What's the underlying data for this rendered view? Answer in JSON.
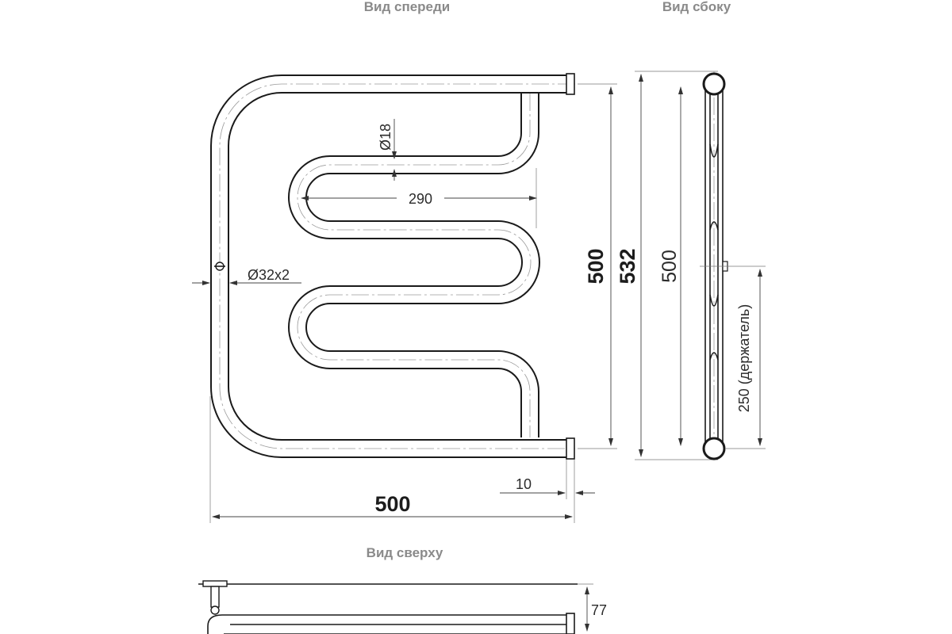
{
  "views": {
    "front_title": "Вид спереди",
    "side_title": "Вид сбоку",
    "top_title": "Вид сверху"
  },
  "dimensions": {
    "tube_diameter": "Ø18",
    "bend_width": "290",
    "pipe_diameter": "Ø32x2",
    "front_height": "500",
    "overall_height": "532",
    "side_height": "500",
    "holder_height": "250 (держатель)",
    "offset": "10",
    "front_width": "500",
    "depth": "77"
  },
  "colors": {
    "line": "#1a1a1a",
    "title": "#8a8a8a",
    "axis": "#9a9a9a"
  }
}
